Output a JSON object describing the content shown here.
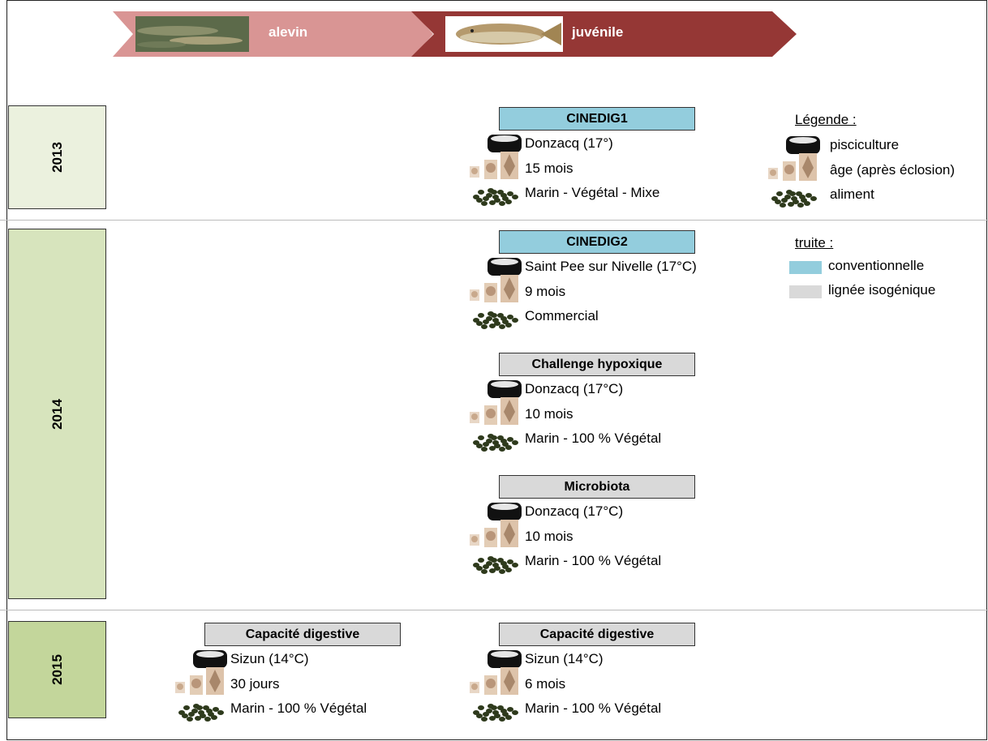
{
  "stages": [
    {
      "label": "alevin",
      "color": "#d99594"
    },
    {
      "label": "juvénile",
      "color": "#953735"
    }
  ],
  "years": [
    "2013",
    "2014",
    "2015"
  ],
  "colors": {
    "conventionnelle": "#93cddd",
    "isogenique": "#d9d9d9"
  },
  "studies": [
    {
      "title": "CINEDIG1",
      "line": "conventionnelle",
      "site": "Donzacq (17°)",
      "age": "15 mois",
      "feed": "Marin - Végétal - Mixe"
    },
    {
      "title": "CINEDIG2",
      "line": "conventionnelle",
      "site": "Saint Pee sur Nivelle (17°C)",
      "age": "9 mois",
      "feed": "Commercial"
    },
    {
      "title": "Challenge hypoxique",
      "line": "isogenique",
      "site": "Donzacq (17°C)",
      "age": "10 mois",
      "feed": "Marin - 100 % Végétal"
    },
    {
      "title": "Microbiota",
      "line": "isogenique",
      "site": "Donzacq (17°C)",
      "age": "10 mois",
      "feed": "Marin - 100 % Végétal"
    },
    {
      "title": "Capacité digestive",
      "line": "isogenique",
      "site": "Sizun (14°C)",
      "age": "30 jours",
      "feed": "Marin - 100 % Végétal"
    },
    {
      "title": "Capacité digestive",
      "line": "isogenique",
      "site": "Sizun (14°C)",
      "age": "6 mois",
      "feed": "Marin - 100 % Végétal"
    }
  ],
  "legend": {
    "title": "Légende :",
    "site_label": "pisciculture",
    "age_label": "âge (après éclosion)",
    "feed_label": "aliment",
    "trout_title": "truite :",
    "conv_label": "conventionnelle",
    "iso_label": "lignée isogénique"
  },
  "icons": {
    "site": "tank-icon",
    "age": "fish-growth-icon",
    "feed": "feed-pellets-icon",
    "stage_photo": "trout-photo"
  }
}
